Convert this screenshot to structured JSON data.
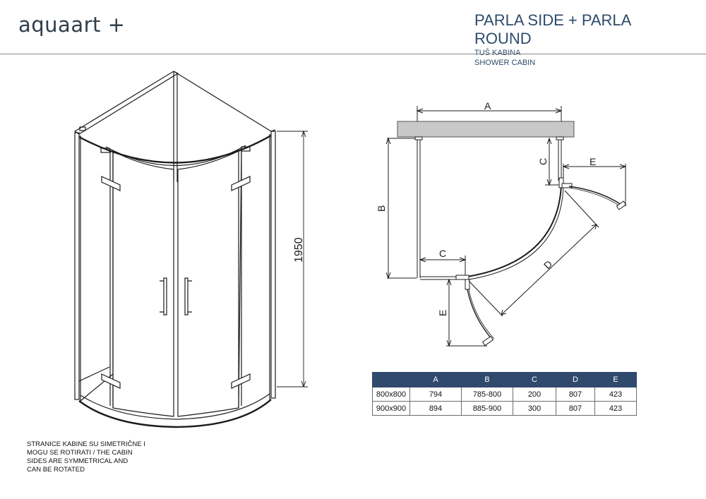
{
  "brand": {
    "logo_text": "aquaart +"
  },
  "header": {
    "title": "PARLA SIDE + PARLA ROUND",
    "subtitle_hr": "TUŠ KABINA",
    "subtitle_en": "SHOWER CABIN"
  },
  "drawing": {
    "height_label": "1950",
    "labels": {
      "a": "A",
      "b": "B",
      "c_top": "C",
      "c_bottom": "C",
      "d": "D",
      "e_right": "E",
      "e_bottom": "E"
    }
  },
  "note": {
    "lines": [
      "STRANICE KABINE SU SIMETRIČNE I",
      "MOGU SE ROTIRATI / THE CABIN",
      "SIDES ARE SYMMETRICAL AND",
      "CAN BE ROTATED"
    ]
  },
  "dimension_table": {
    "headers": [
      "",
      "A",
      "B",
      "C",
      "D",
      "E"
    ],
    "rows": [
      [
        "800x800",
        "794",
        "785-800",
        "200",
        "807",
        "423"
      ],
      [
        "900x900",
        "894",
        "885-900",
        "300",
        "807",
        "423"
      ]
    ]
  },
  "colors": {
    "header_blue": "#2f4a6d",
    "title_blue": "#2e4b6b",
    "line": "#1c1c1c"
  }
}
